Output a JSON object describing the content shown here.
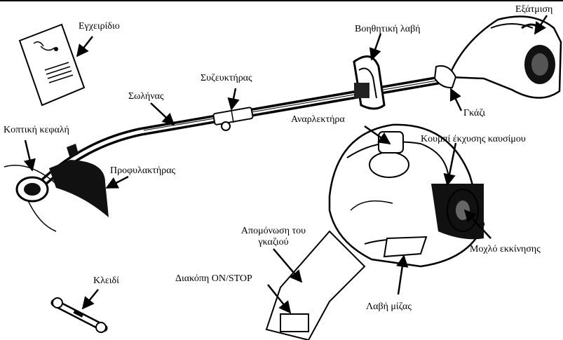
{
  "labels": {
    "manual": "Εγχειρίδιο",
    "aux_handle": "Βοηθητική λαβή",
    "exhaust": "Εξάτμιση",
    "coupler": "Συζευκτήρας",
    "tube": "Σωλήνας",
    "throttle": "Γκάζι",
    "cutting_head": "Κοπτική κεφαλή",
    "guard": "Προφυλακτήρας",
    "choke": "Αναρλεκτήρα",
    "primer": "Κουμπί έκχυσης καυσίμου",
    "starter": "Μοχλό εκκίνησης",
    "throttle_lockout": "Απομόνωση του γκαζιού",
    "on_stop": "Διακόπη ON/STOP",
    "starter_handle": "Λαβή μίζας",
    "wrench": "Κλειδί"
  }
}
